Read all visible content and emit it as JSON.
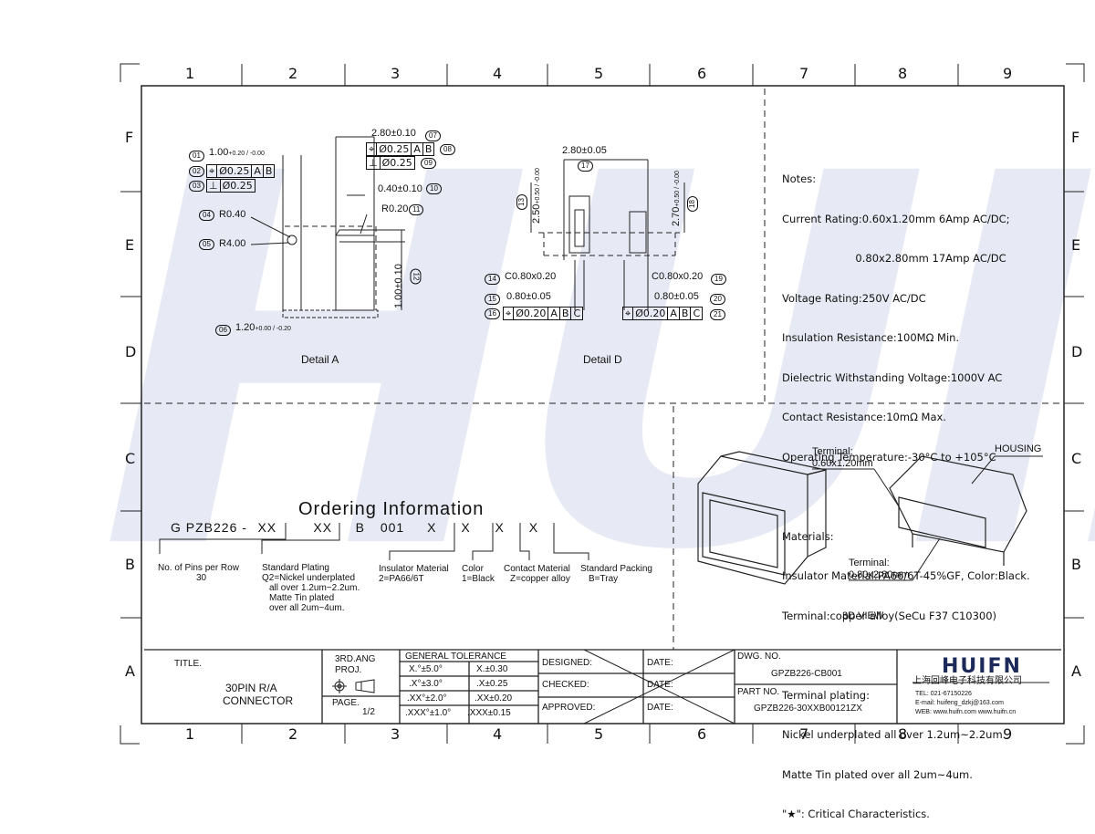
{
  "grid": {
    "cols": [
      "1",
      "2",
      "3",
      "4",
      "5",
      "6",
      "7",
      "8",
      "9"
    ],
    "rows": [
      "F",
      "E",
      "D",
      "C",
      "B",
      "A"
    ]
  },
  "watermark": "HUIFN",
  "detail_a": {
    "caption": "Detail A",
    "dim_top": "2.80±0.10",
    "fcf_top": [
      "⌖",
      "Ø0.25",
      "A",
      "B"
    ],
    "fcf_perp": [
      "⊥",
      "Ø0.25"
    ],
    "dim_040": "0.40±0.10",
    "r020": "R0.20",
    "r040": "R0.40",
    "r400": "R4.00",
    "d100": "1.00",
    "d100_tol": "+0.20 / -0.00",
    "d120": "1.20",
    "d120_tol": "+0.00 / -0.20",
    "fcf_02": [
      "⌖",
      "Ø0.25",
      "A",
      "B"
    ],
    "fcf_03": [
      "⊥",
      "Ø0.25"
    ],
    "v_dim": "1.00±0.10",
    "callouts": [
      "01",
      "02",
      "03",
      "04",
      "05",
      "06",
      "07",
      "08",
      "09",
      "10",
      "11",
      "12"
    ]
  },
  "detail_d": {
    "caption": "Detail D",
    "dim_top": "2.80±0.05",
    "h_250": "2.50",
    "h_250_tol": "+0.50 / -0.00",
    "h_270": "2.70",
    "h_270_tol": "+0.50 / -0.00",
    "c_left": "C0.80x0.20",
    "c_right": "C0.80x0.20",
    "w_left": "0.80±0.05",
    "w_right": "0.80±0.05",
    "fcf_left": [
      "⌖",
      "Ø0.20",
      "A",
      "B",
      "C"
    ],
    "fcf_right": [
      "⌖",
      "Ø0.20",
      "A",
      "B",
      "C"
    ],
    "callouts": [
      "13",
      "14",
      "15",
      "16",
      "17",
      "18",
      "19",
      "20",
      "21"
    ]
  },
  "notes": {
    "lines": [
      "Notes:",
      "Current Rating:0.60x1.20mm 6Amp AC/DC;",
      "                      0.80x2.80mm 17Amp AC/DC",
      "Voltage Rating:250V AC/DC",
      "Insulation Resistance:100MΩ Min.",
      "Dielectric Withstanding Voltage:1000V AC",
      "Contact Resistance:10mΩ Max.",
      "Operating Temperature:-30°C to +105°C",
      "",
      "Materials:",
      "Insulator Material:PA66/6T-45%GF, Color:Black.",
      "Terminal:copper alloy(SeCu F37 C10300)",
      "",
      "Terminal plating:",
      "Nickel underplated all over 1.2um~2.2um.",
      "Matte Tin plated over all 2um~4um.",
      "\"★\": Critical Characteristics."
    ]
  },
  "ordering": {
    "title": "Ordering Information",
    "code": [
      "G PZB226 -",
      "XX",
      "XX",
      "B",
      "001",
      "X",
      "X",
      "X",
      "X"
    ],
    "pins_label": "No. of Pins per Row",
    "pins_value": "30",
    "plating_label": "Standard Plating",
    "plating_lines": [
      "Q2=Nickel underplated",
      "all over 1.2um~2.2um.",
      "Matte Tin plated",
      "over all 2um~4um."
    ],
    "insulator_label": "Insulator Material",
    "insulator_value": "2=PA66/6T",
    "color_label": "Color",
    "color_value": "1=Black",
    "contact_label": "Contact Material",
    "contact_value": "Z=copper alloy",
    "packing_label": "Standard Packing",
    "packing_value": "B=Tray"
  },
  "view3d": {
    "caption": "3D VIEW",
    "terminal_small": [
      "Terminal:",
      "0.60x1.20mm"
    ],
    "terminal_large": [
      "Terminal:",
      "0.80x2.80mm"
    ],
    "housing": "HOUSING"
  },
  "title_block": {
    "title_label": "TITLE.",
    "title_lines": [
      "30PIN R/A",
      "CONNECTOR"
    ],
    "proj_label": [
      "3RD.ANG",
      "PROJ."
    ],
    "page_label": "PAGE.",
    "page_value": "1/2",
    "tol_header": "GENERAL TOLERANCE",
    "tol_rows": [
      [
        "X.°±5.0°",
        "X.±0.30"
      ],
      [
        ".X°±3.0°",
        ".X±0.25"
      ],
      [
        ".XX°±2.0°",
        ".XX±0.20"
      ],
      [
        ".XXX°±1.0°",
        ".XXX±0.15"
      ]
    ],
    "designed": "DESIGNED:",
    "checked": "CHECKED:",
    "approved": "APPROVED:",
    "date": "DATE:",
    "dwg_label": "DWG. NO.",
    "dwg_value": "GPZB226-CB001",
    "part_label": "PART NO.",
    "part_value": "GPZB226-30XXB00121ZX",
    "company_logo": "HUIFN",
    "company_cn": "上海回峰电子科技有限公司",
    "tel": "TEL: 021-67150226",
    "email": "E-mail: huifeng_dzkj@163.com",
    "web": "WEB: www.huifn.com   www.huifn.cn"
  }
}
